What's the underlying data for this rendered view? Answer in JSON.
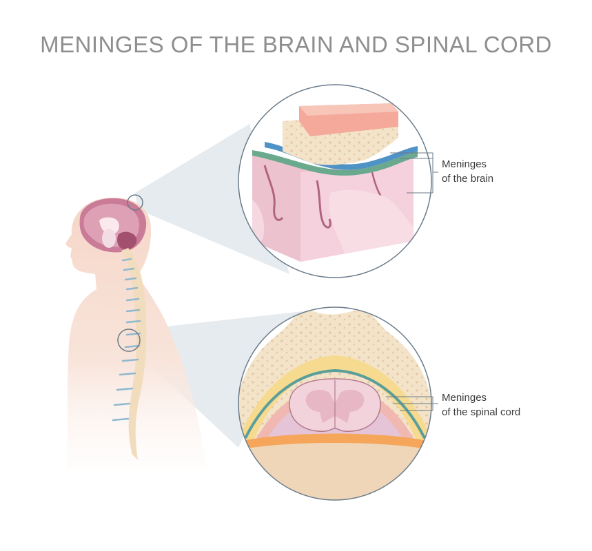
{
  "title": "MENINGES OF THE BRAIN AND SPINAL CORD",
  "labels": {
    "brain": {
      "line1": "Meninges",
      "line2": "of the brain"
    },
    "spinal_cord": {
      "line1": "Meninges",
      "line2": "of the spinal cord"
    }
  },
  "colors": {
    "title": "#8e8e8e",
    "skin": "#f6ddd2",
    "bone": "#f3e3c8",
    "brain_tissue": "#e8b9c6",
    "dura": "#f4a99a",
    "arachnoid": "#4b91c7",
    "pia": "#64a88c",
    "zoom_cone": "#e6ebef"
  }
}
